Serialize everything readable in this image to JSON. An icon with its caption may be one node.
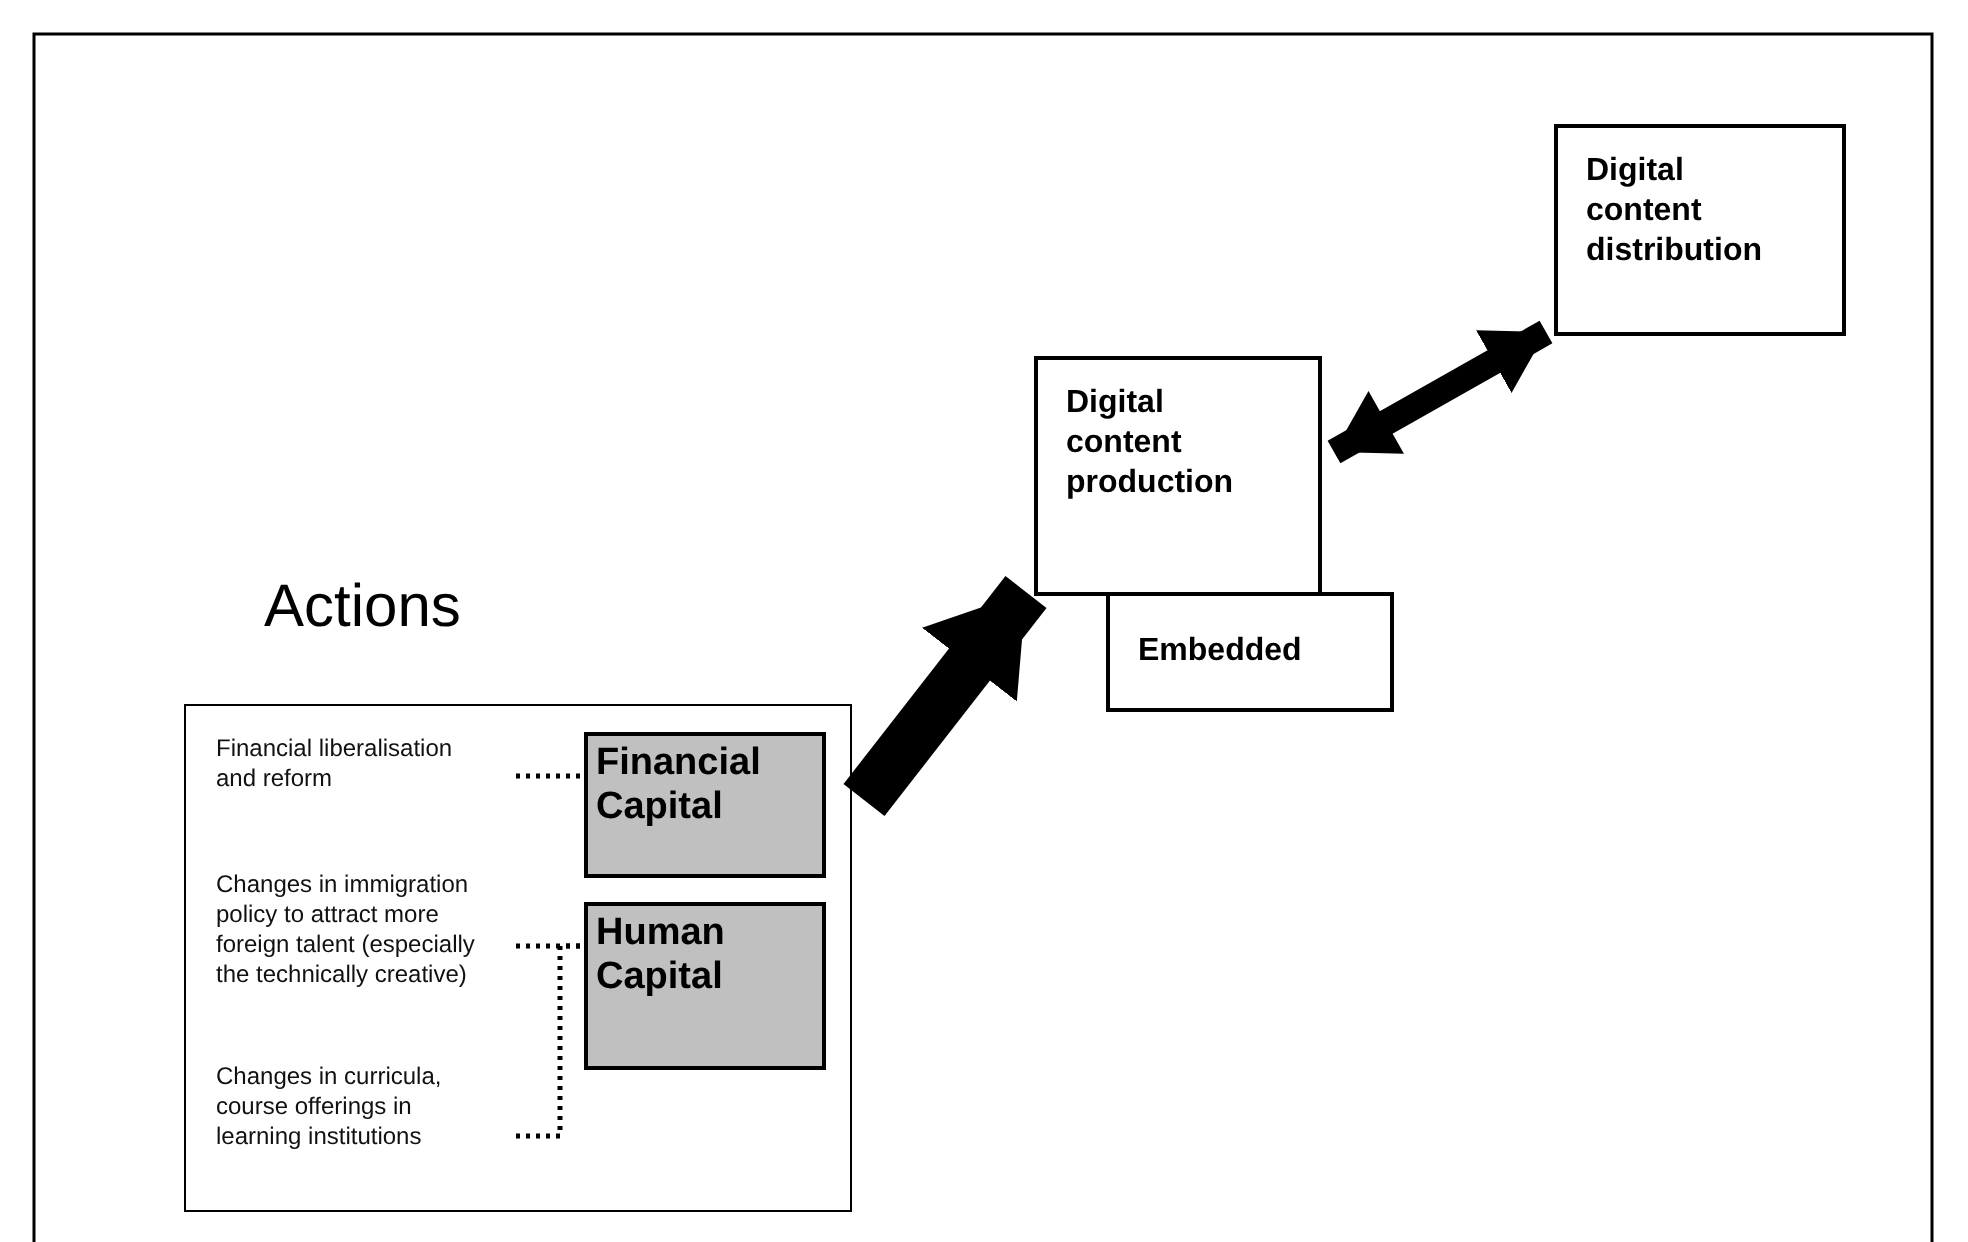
{
  "diagram": {
    "nodes": [
      {
        "text": [
          "Actions"
        ]
      },
      {
        "text": [
          "Financial liberalisation and reform"
        ],
        "in": 0
      },
      {
        "text": [
          "Financial Capital"
        ],
        "in": 0
      },
      {
        "text": [
          "Changes in immigration policy to attract more foreign talent (especially the technically creative)"
        ],
        "in": 0
      },
      {
        "text": [
          "Human Capital"
        ],
        "in": 0
      },
      {
        "text": [
          "Changes in curricula, course offerings in learning institutions"
        ],
        "in": 0
      },
      {
        "text": [
          "Embedded"
        ]
      },
      {
        "text": [
          "Digital content production"
        ]
      },
      {
        "text": [
          "Digital content distribution"
        ]
      }
    ],
    "edges": [
      {
        "from": 1,
        "to": 2,
        "arrow": "none",
        "style": "dashed"
      },
      {
        "from": 3,
        "to": 4,
        "arrow": "none",
        "style": "dashed"
      },
      {
        "from": 5,
        "to": 4,
        "arrow": "none",
        "style": "dashed"
      },
      {
        "from": 0,
        "to": 7,
        "arrow": "to",
        "style": "thick"
      },
      {
        "from": 7,
        "to": 8,
        "arrow": "both",
        "style": "thick"
      }
    ]
  }
}
